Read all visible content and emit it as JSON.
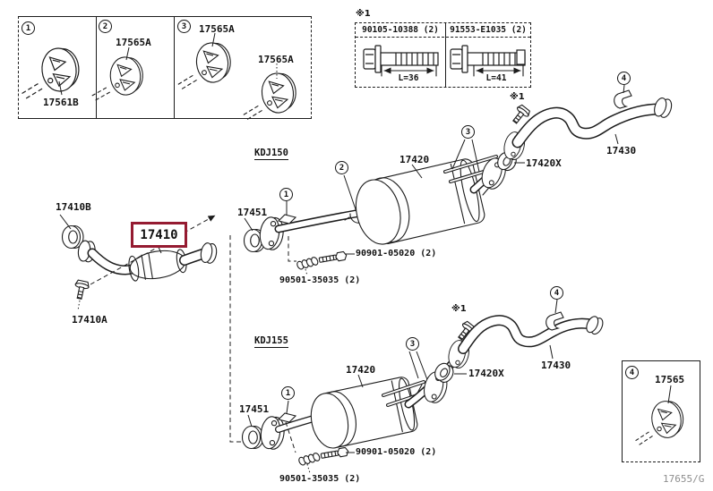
{
  "doc": {
    "footer_code": "17655/G"
  },
  "callouts": {
    "c1": "1",
    "c2": "2",
    "c3": "3",
    "c4": "4"
  },
  "hanger_table": {
    "cell1": {
      "num": "1",
      "part": "17561B"
    },
    "cell2": {
      "num": "2",
      "part": "17565A"
    },
    "cell3": {
      "num": "3",
      "part_a": "17565A",
      "part_b": "17565A"
    }
  },
  "bolt_table": {
    "note": "※1",
    "bolt1": {
      "part": "90105-10388 (2)",
      "length": "L=36"
    },
    "bolt2": {
      "part": "91553-E1035 (2)",
      "length": "L=41"
    }
  },
  "top_section": {
    "model_code": "KDJ150",
    "front_pipe_gasket": "17410B",
    "front_pipe": "17410",
    "front_pipe_bolt": "17410A",
    "inlet_gasket": "17451",
    "muffler": "17420",
    "outlet_gasket": "17420X",
    "tail_pipe": "17430",
    "mount_bolt": "90901-05020 (2)",
    "mount_spring": "90501-35035 (2)",
    "note": "※1"
  },
  "bottom_section": {
    "model_code": "KDJ155",
    "inlet_gasket": "17451",
    "muffler": "17420",
    "outlet_gasket": "17420X",
    "tail_pipe": "17430",
    "mount_bolt": "90901-05020 (2)",
    "mount_spring": "90501-35035 (2)",
    "note": "※1"
  },
  "inset_box": {
    "num": "4",
    "part": "17565"
  },
  "highlight": {
    "color": "#951b31"
  }
}
